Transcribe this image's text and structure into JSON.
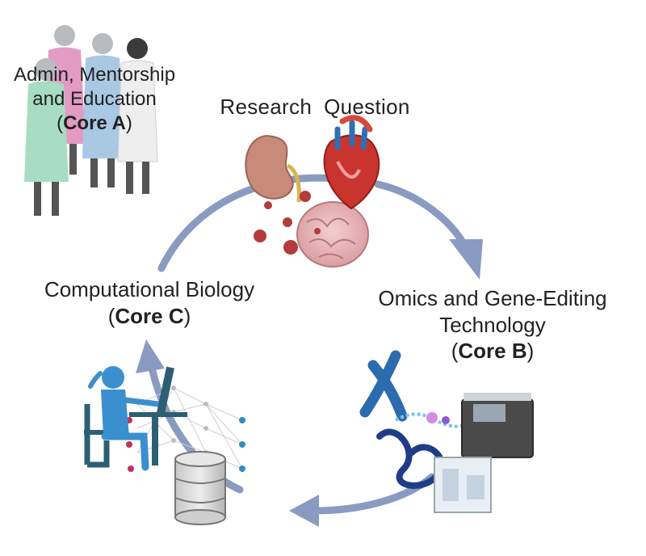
{
  "colors": {
    "arrow": "#8a9bc2",
    "text": "#222222",
    "kidney": "#c88b7a",
    "heart": "#c9342f",
    "brain": "#e8b6b8",
    "virus": "#b33b3b",
    "figure_blue": "#3a8fcf",
    "chromosome": "#2b6cb0",
    "dna": "#1f3c88",
    "machine": "#4a4a4a"
  },
  "labels": {
    "core_a": {
      "line1": "Admin, Mentorship",
      "line2": "and Education",
      "open": "(",
      "name": "Core A",
      "close": ")"
    },
    "research": {
      "text": "Research  Question"
    },
    "core_c": {
      "line1": "Computational Biology",
      "open": "(",
      "name": "Core C",
      "close": ")"
    },
    "core_b": {
      "line1": "Omics and Gene-Editing",
      "line2": "Technology",
      "open": "(",
      "name": "Core B",
      "close": ")"
    }
  },
  "icons": {
    "people": "people-in-lab-coats-icon",
    "organs": "kidney-heart-brain-icon",
    "viruses": "virus-icon",
    "person_computer": "person-at-computer-icon",
    "neural_net": "neural-network-icon",
    "database": "database-icon",
    "chromosome": "chromosome-icon",
    "dna": "dna-strand-icon",
    "sequencer": "sequencer-machine-icon"
  }
}
